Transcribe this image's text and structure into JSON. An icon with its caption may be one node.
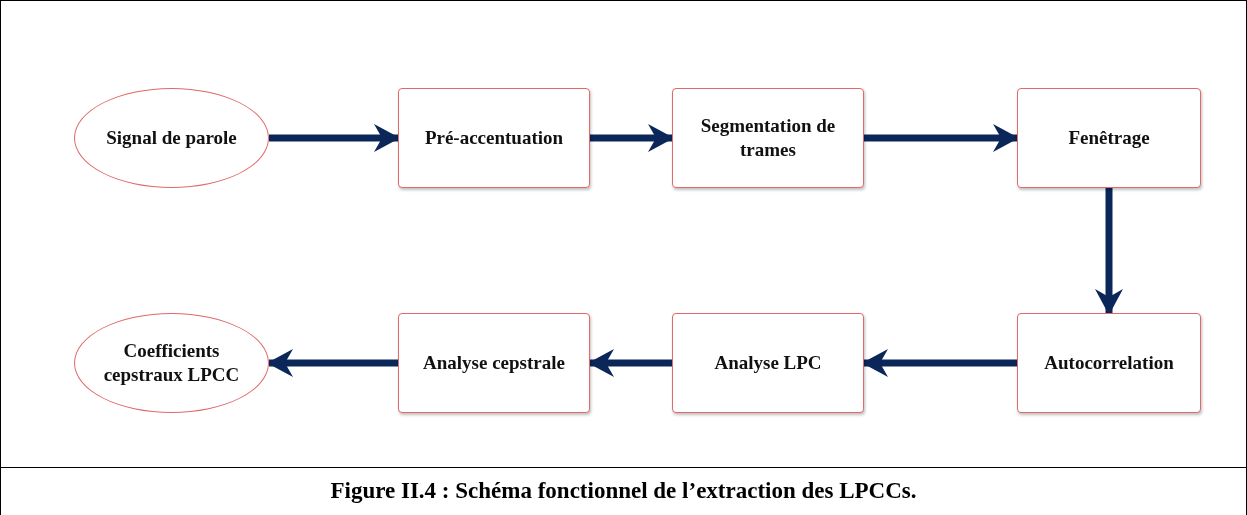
{
  "diagram": {
    "caption": "Figure II.4 : Schéma fonctionnel de l’extraction des LPCCs.",
    "nodes": [
      {
        "text": [
          "Signal de parole"
        ]
      },
      {
        "text": [
          "Pré-accentuation"
        ]
      },
      {
        "text": [
          "Segmentation de trames"
        ]
      },
      {
        "text": [
          "Fenêtrage"
        ]
      },
      {
        "text": [
          "Autocorrelation"
        ]
      },
      {
        "text": [
          "Analyse LPC"
        ]
      },
      {
        "text": [
          "Analyse cepstrale"
        ]
      },
      {
        "text": [
          "Coefficients cepstraux LPCC"
        ]
      }
    ],
    "edges": [
      {
        "from": 0,
        "to": 1,
        "arrow": "to"
      },
      {
        "from": 1,
        "to": 2,
        "arrow": "to"
      },
      {
        "from": 2,
        "to": 3,
        "arrow": "to"
      },
      {
        "from": 3,
        "to": 4,
        "arrow": "to"
      },
      {
        "from": 4,
        "to": 5,
        "arrow": "to"
      },
      {
        "from": 5,
        "to": 6,
        "arrow": "to"
      },
      {
        "from": 6,
        "to": 7,
        "arrow": "to"
      }
    ]
  }
}
